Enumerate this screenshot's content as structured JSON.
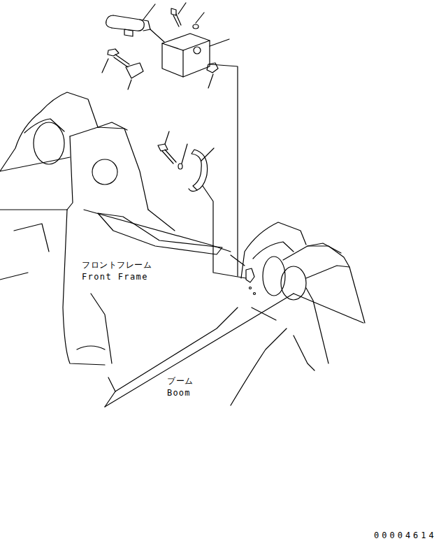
{
  "diagram": {
    "labels": [
      "フロントフレーム",
      "Front Frame",
      "ブーム",
      "Boom",
      "00004614"
    ]
  }
}
